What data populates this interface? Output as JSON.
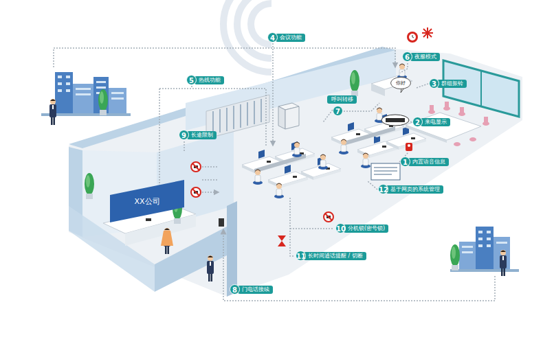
{
  "diagram": {
    "nodes": [
      {
        "text": [
          "4",
          "会议功能"
        ]
      },
      {
        "text": [
          "5",
          "热线功能"
        ]
      },
      {
        "text": [
          "6",
          "夜服模式"
        ]
      },
      {
        "text": [
          "你好"
        ]
      },
      {
        "text": [
          "3",
          "群组振铃"
        ]
      },
      {
        "text": [
          "7",
          "呼叫转移"
        ]
      },
      {
        "text": [
          "2",
          "来电显示"
        ]
      },
      {
        "text": [
          "9",
          "长途限制"
        ]
      },
      {
        "text": [
          "1",
          "内置语音信息"
        ]
      },
      {
        "text": [
          "XX公司"
        ]
      },
      {
        "text": [
          "12",
          "基于网页的系统管理"
        ]
      },
      {
        "text": [
          "10",
          "分机锁(密号锁)"
        ]
      },
      {
        "text": [
          "11",
          "长时间通话提醒 / 切断"
        ]
      },
      {
        "text": [
          "8",
          "门电话接续"
        ]
      }
    ]
  }
}
